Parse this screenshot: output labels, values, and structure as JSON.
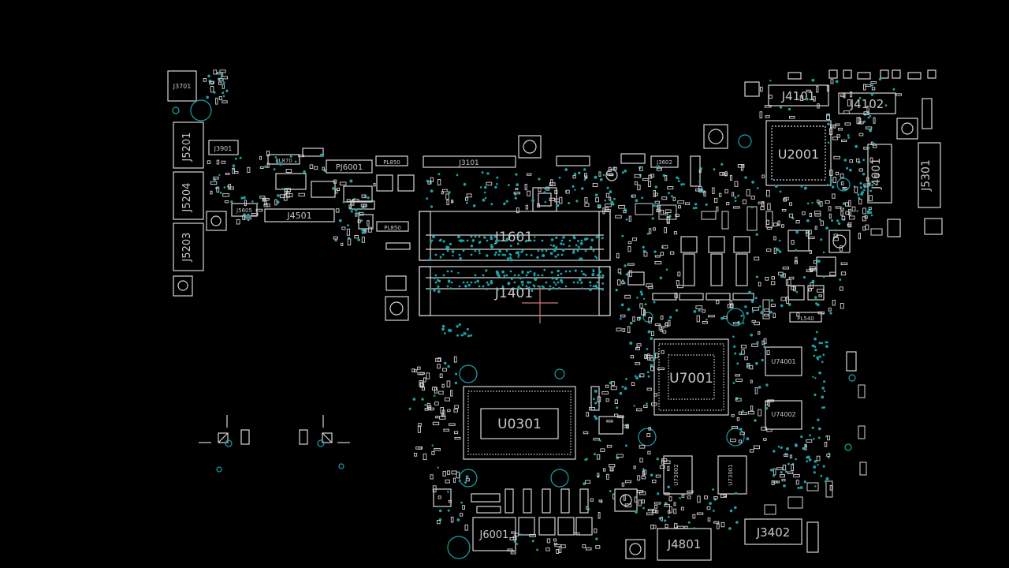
{
  "viewer": {
    "background_color": "#000000",
    "outline_color": "#d4d4d4",
    "via_color": "#1aa3a8",
    "label_color": "#c8c8c8"
  },
  "connectors": {
    "j3701": "J3701",
    "j3901": "J3901",
    "j5201": "J5201",
    "j5204": "J5204",
    "j5203": "J5203",
    "j5605": "J5605",
    "j4501": "J4501",
    "pj6001": "PJ6001",
    "pl8701": "PL870",
    "pl8502": "PL850",
    "pl8503": "PL850",
    "j3101": "J3101",
    "j3602": "J3602",
    "j1601": "J1601",
    "j1401": "J1401",
    "j4101": "J4101",
    "j4102": "J4102",
    "j4001": "J4001",
    "j5301": "J5301",
    "pl5401": "PL540",
    "j6001": "J6001",
    "j4801": "J4801",
    "j3402": "J3402"
  },
  "chips": {
    "u2001": "U2001",
    "u7001": "U7001",
    "u0301": "U0301",
    "u74001": "U74001",
    "u74002": "U74002",
    "u73002": "U73002",
    "u73001": "U73001"
  }
}
